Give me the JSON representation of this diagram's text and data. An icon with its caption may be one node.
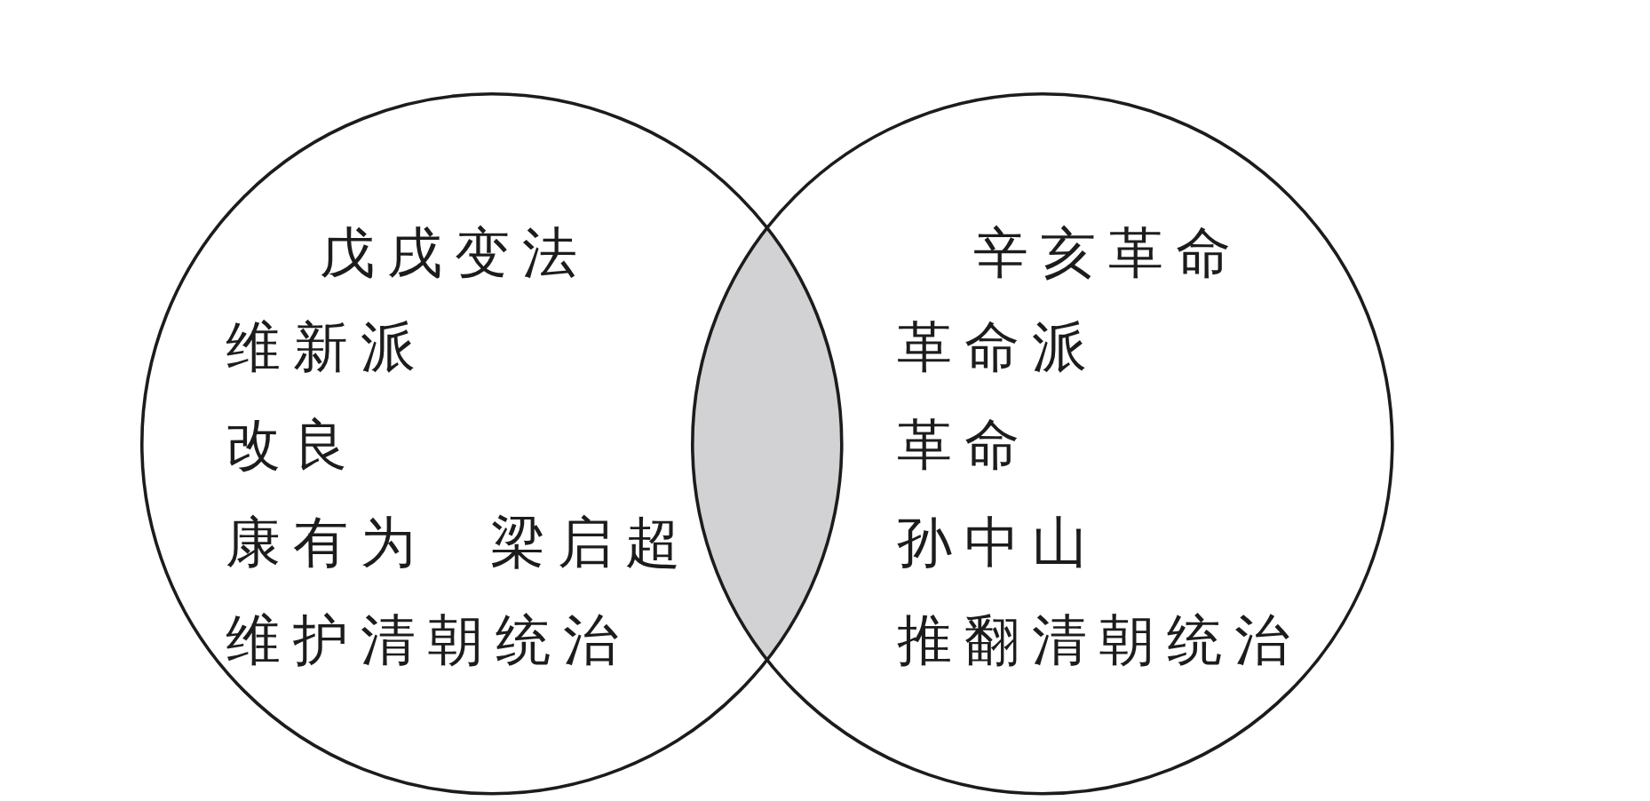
{
  "diagram": {
    "nodes": [
      {
        "text": [
          "戊戌变法",
          "维新派",
          "改良",
          "康有为",
          "梁启超",
          "维护清朝统治"
        ]
      },
      {
        "text": [],
        "shape": "lens"
      },
      {
        "text": [
          "辛亥革命",
          "革命派",
          "革命",
          "孙中山",
          "推翻清朝统治"
        ]
      }
    ]
  }
}
